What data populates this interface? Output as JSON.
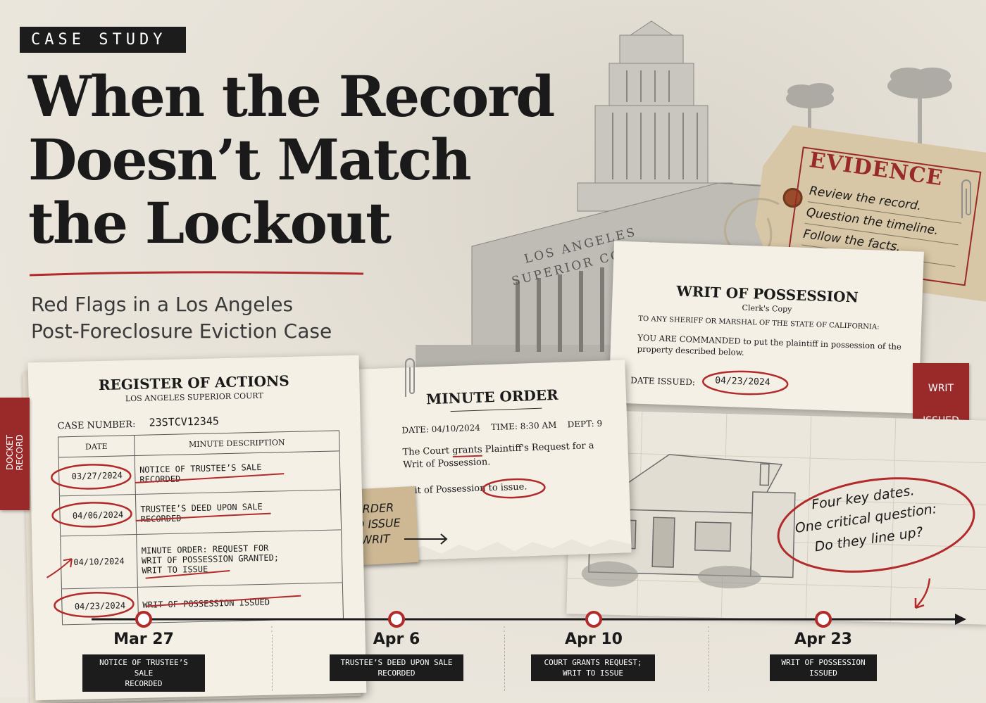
{
  "header": {
    "tag": "CASE STUDY",
    "headline": [
      "When the Record",
      "Doesn’t Match",
      "the Lockout"
    ],
    "subtitle": [
      "Red Flags in a Los Angeles",
      "Post-Foreclosure Eviction Case"
    ]
  },
  "building": {
    "inscription_line1": "LOS ANGELES",
    "inscription_line2": "SUPERIOR COURT"
  },
  "evidence_tag": {
    "word": "EVIDENCE",
    "lines": [
      "Review the record.",
      "Question the timeline.",
      "Follow the facts."
    ]
  },
  "writ": {
    "title": "WRIT OF POSSESSION",
    "subtitle": "Clerk's Copy",
    "to": "TO ANY SHERIFF OR MARSHAL OF THE STATE OF CALIFORNIA:",
    "command": "YOU ARE COMMANDED to put the plaintiff in possession of the property described below.",
    "date_label": "DATE ISSUED:",
    "date_value": "04/23/2024",
    "tab_label": [
      "WRIT",
      "ISSUED"
    ]
  },
  "register": {
    "title": "REGISTER OF ACTIONS",
    "subtitle": "LOS ANGELES SUPERIOR COURT",
    "case_label": "CASE NUMBER:",
    "case_value": "23STCV12345",
    "col_date": "DATE",
    "col_desc": "MINUTE DESCRIPTION",
    "rows": [
      {
        "date": "03/27/2024",
        "desc": [
          "NOTICE OF TRUSTEE’S SALE",
          "RECORDED"
        ]
      },
      {
        "date": "04/06/2024",
        "desc": [
          "TRUSTEE’S DEED UPON SALE",
          "RECORDED"
        ]
      },
      {
        "date": "04/10/2024",
        "desc": [
          "MINUTE ORDER: REQUEST FOR",
          "WRIT OF POSSESSION GRANTED;",
          "WRIT TO ISSUE"
        ]
      },
      {
        "date": "04/23/2024",
        "desc": [
          "WRIT OF POSSESSION ISSUED"
        ]
      }
    ],
    "tab_label": [
      "DOCKET",
      "RECORD"
    ]
  },
  "minute_order": {
    "title": "MINUTE ORDER",
    "info": "DATE: 04/10/2024    TIME: 8:30 AM    DEPT: 9",
    "text1_a": "The Court ",
    "text1_b": "grants",
    "text1_c": " Plaintiff's Request for a Writ of Possession.",
    "text2_a": "Writ of Possession",
    "text2_b": " to issue."
  },
  "note": [
    "ORDER",
    "TO ISSUE",
    "WRIT"
  ],
  "callout": [
    "Four key dates.",
    "One critical question:",
    "Do they line up?"
  ],
  "timeline": [
    {
      "date": "Mar 27",
      "caption": [
        "NOTICE OF TRUSTEE’S SALE",
        "RECORDED"
      ]
    },
    {
      "date": "Apr 6",
      "caption": [
        "TRUSTEE’S DEED UPON SALE",
        "RECORDED"
      ]
    },
    {
      "date": "Apr 10",
      "caption": [
        "COURT GRANTS REQUEST;",
        "WRIT TO ISSUE"
      ]
    },
    {
      "date": "Apr 23",
      "caption": [
        "WRIT OF POSSESSION",
        "ISSUED"
      ]
    }
  ],
  "colors": {
    "accent_red": "#b22a2a",
    "ink": "#1a1a1a",
    "paper": "#f4f0e6",
    "tag_kraft": "#d8c7a6"
  }
}
